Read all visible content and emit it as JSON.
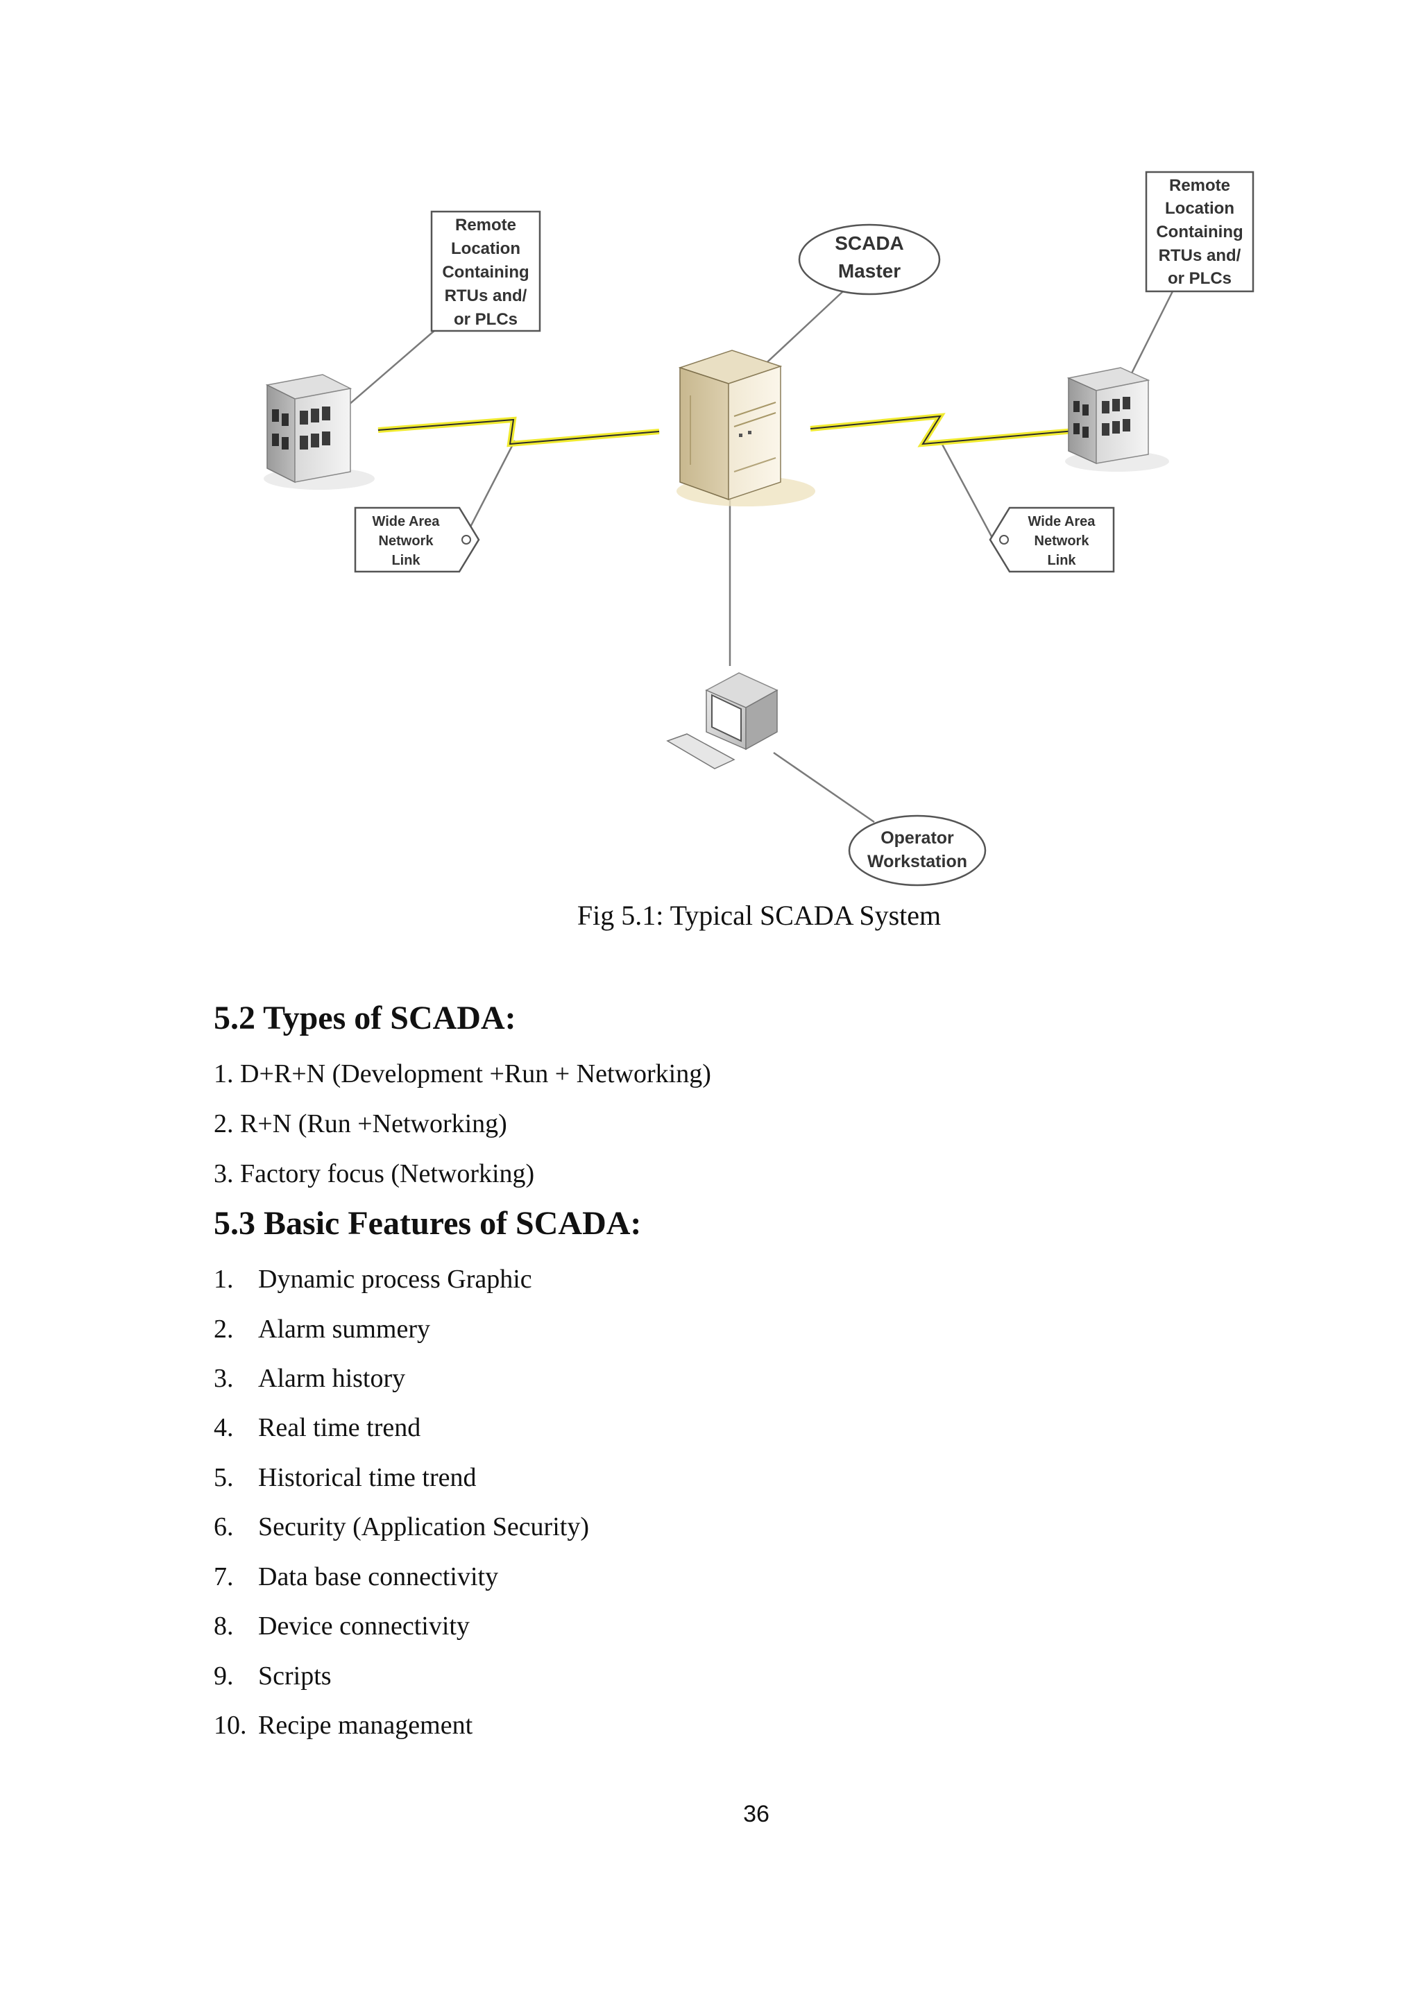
{
  "figure": {
    "labels": {
      "remote_left": [
        "Remote",
        "Location",
        "Containing",
        "RTUs and/",
        "or PLCs"
      ],
      "remote_right": [
        "Remote",
        "Location",
        "Containing",
        "RTUs and/",
        "or PLCs"
      ],
      "scada_master": [
        "SCADA",
        "Master"
      ],
      "wan_left": [
        "Wide Area",
        "Network",
        "Link"
      ],
      "wan_right": [
        "Wide Area",
        "Network",
        "Link"
      ],
      "operator": [
        "Operator",
        "Workstation"
      ]
    },
    "caption": "Fig 5.1: Typical  SCADA System"
  },
  "section_52": {
    "heading": "5.2 Types of SCADA:",
    "items": [
      {
        "num": "1.",
        "text": "D+R+N (Development  +Run + Networking)"
      },
      {
        "num": "2.",
        "text": "R+N (Run  +Networking)"
      },
      {
        "num": "3.",
        "text": "Factory focus  (Networking)"
      }
    ]
  },
  "section_53": {
    "heading": "5.3 Basic Features of SCADA:",
    "items": [
      {
        "num": "1.",
        "text": "Dynamic  process Graphic"
      },
      {
        "num": "2.",
        "text": "Alarm  summery"
      },
      {
        "num": "3.",
        "text": "Alarm  history"
      },
      {
        "num": "4.",
        "text": "Real time  trend"
      },
      {
        "num": "5.",
        "text": "Historical  time  trend"
      },
      {
        "num": "6.",
        "text": "Security  (Application  Security)"
      },
      {
        "num": "7.",
        "text": "Data base connectivity"
      },
      {
        "num": "8.",
        "text": "Device  connectivity"
      },
      {
        "num": "9.",
        "text": "Scripts"
      },
      {
        "num": "10.",
        "text": "Recipe  management"
      }
    ]
  },
  "page_number": "36"
}
